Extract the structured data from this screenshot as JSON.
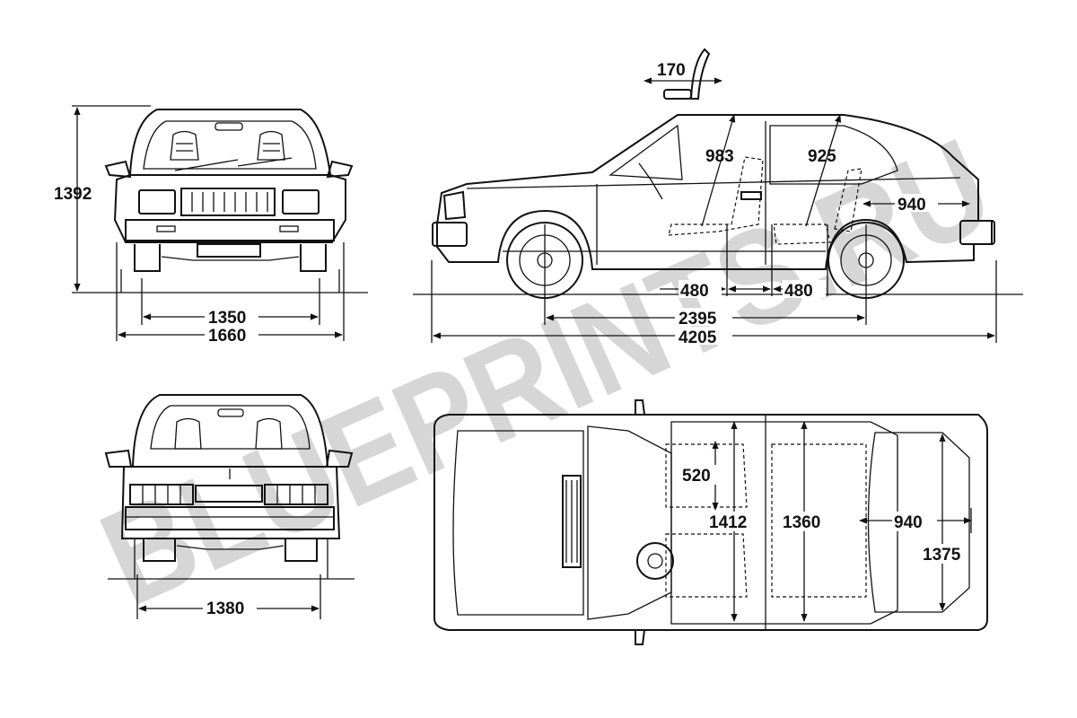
{
  "watermark": {
    "text": "BLUEPRINTS.RU",
    "color": "#cccccc"
  },
  "line_color": "#111111",
  "background": "#ffffff",
  "views": {
    "front": {
      "height": "1392",
      "track": "1350",
      "width": "1660"
    },
    "rear": {
      "track": "1380"
    },
    "side": {
      "seat_travel": "170",
      "front_headroom": "983",
      "rear_headroom": "925",
      "cargo_length": "940",
      "front_legroom": "480",
      "rear_legroom": "480",
      "wheelbase": "2395",
      "length": "4205"
    },
    "top": {
      "seat_depth": "520",
      "front_shoulder": "1412",
      "rear_shoulder": "1360",
      "cargo_length": "940",
      "cargo_width": "1375"
    }
  }
}
